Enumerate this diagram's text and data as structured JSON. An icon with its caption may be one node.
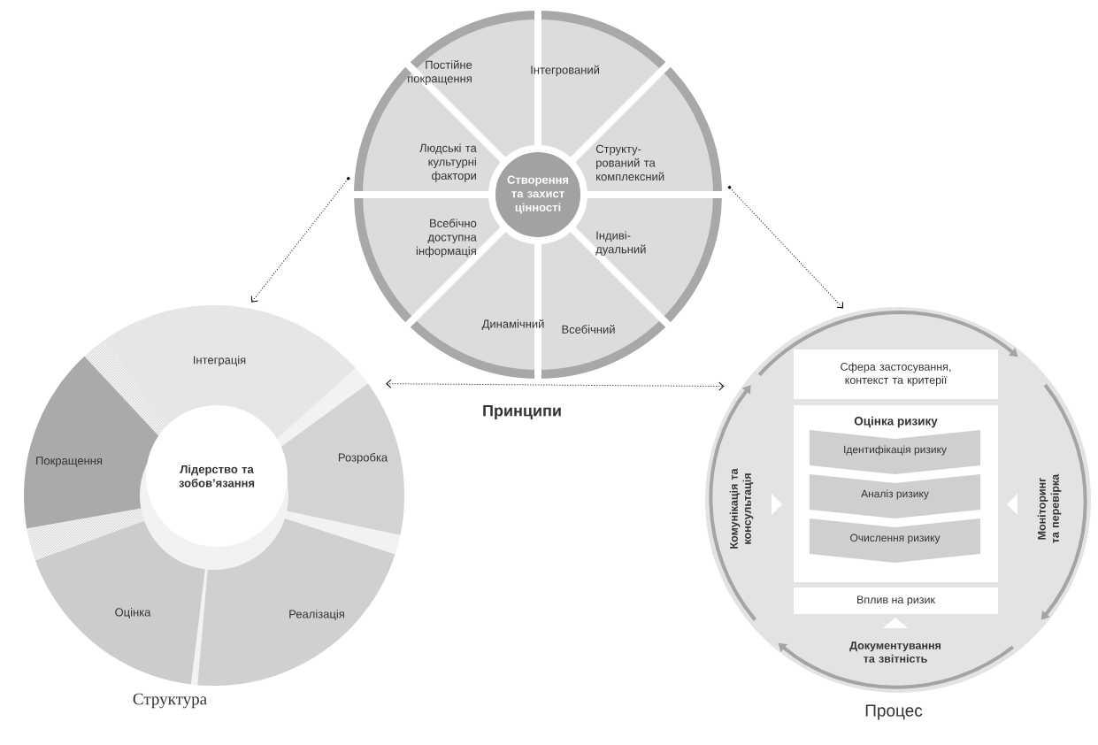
{
  "diagram": {
    "nodes": [
      {
        "text": [
          "Принципи"
        ]
      },
      {
        "text": [
          "Створення та захист цінності"
        ],
        "in": 0
      },
      {
        "text": [
          "Постійне покращення"
        ],
        "in": 0
      },
      {
        "text": [
          "Інтегрований"
        ],
        "in": 0
      },
      {
        "text": [
          "Людські та культурні фактори"
        ],
        "in": 0
      },
      {
        "text": [
          "Структу- рований та комплексний"
        ],
        "in": 0
      },
      {
        "text": [
          "Всебічно доступна інформація"
        ],
        "in": 0
      },
      {
        "text": [
          "Індиві- дуальний"
        ],
        "in": 0
      },
      {
        "text": [
          "Динамічний"
        ],
        "in": 0
      },
      {
        "text": [
          "Всебічний"
        ],
        "in": 0
      },
      {
        "text": [
          "Структура"
        ]
      },
      {
        "text": [
          "Лідерство та зобов’язання"
        ],
        "in": 10
      },
      {
        "text": [
          "Інтеграція"
        ],
        "in": 10
      },
      {
        "text": [
          "Покращення"
        ],
        "in": 10
      },
      {
        "text": [
          "Розробка"
        ],
        "in": 10
      },
      {
        "text": [
          "Оцінка"
        ],
        "in": 10
      },
      {
        "text": [
          "Реалізація"
        ],
        "in": 10
      },
      {
        "text": [
          "Процес"
        ]
      },
      {
        "text": [
          "Сфера застосування, контекст та критерії"
        ],
        "in": 17
      },
      {
        "text": [
          "Оцінка ризику"
        ],
        "in": 17
      },
      {
        "text": [
          "Ідентифікація ризику"
        ],
        "in": 19
      },
      {
        "text": [
          "Аналіз ризику"
        ],
        "in": 19
      },
      {
        "text": [
          "Очислення ризику"
        ],
        "in": 19
      },
      {
        "text": [
          "Вплив на ризик"
        ],
        "in": 17
      }
    ],
    "edges": [
      {
        "from": 0,
        "to": 10,
        "arrow": "to"
      },
      {
        "from": 0,
        "to": 17,
        "arrow": "to"
      },
      {
        "from": 10,
        "to": 17,
        "arrow": "both"
      }
    ],
    "labels": [
      "Комунікація та консультація",
      "Моніторинг та перевірка",
      "Документування та звітність"
    ]
  }
}
